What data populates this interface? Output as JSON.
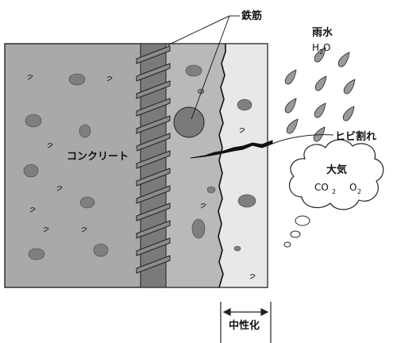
{
  "labels": {
    "rebar": "鉄筋",
    "rainwater": "雨水",
    "water_h": "H",
    "water_2": "2",
    "water_o": "O",
    "crack": "ヒビ割れ",
    "atmosphere": "大気",
    "co": "CO",
    "co_2": "2",
    "o": "O",
    "o_2": "2",
    "concrete": "コンクリート",
    "neutralization": "中性化"
  },
  "colors": {
    "concrete": "#aaaaaa",
    "neutralized_zone": "#e8e8e8",
    "rebar": "#7d7d7d",
    "aggregate": "#7f7f7f",
    "outline": "#222222"
  }
}
